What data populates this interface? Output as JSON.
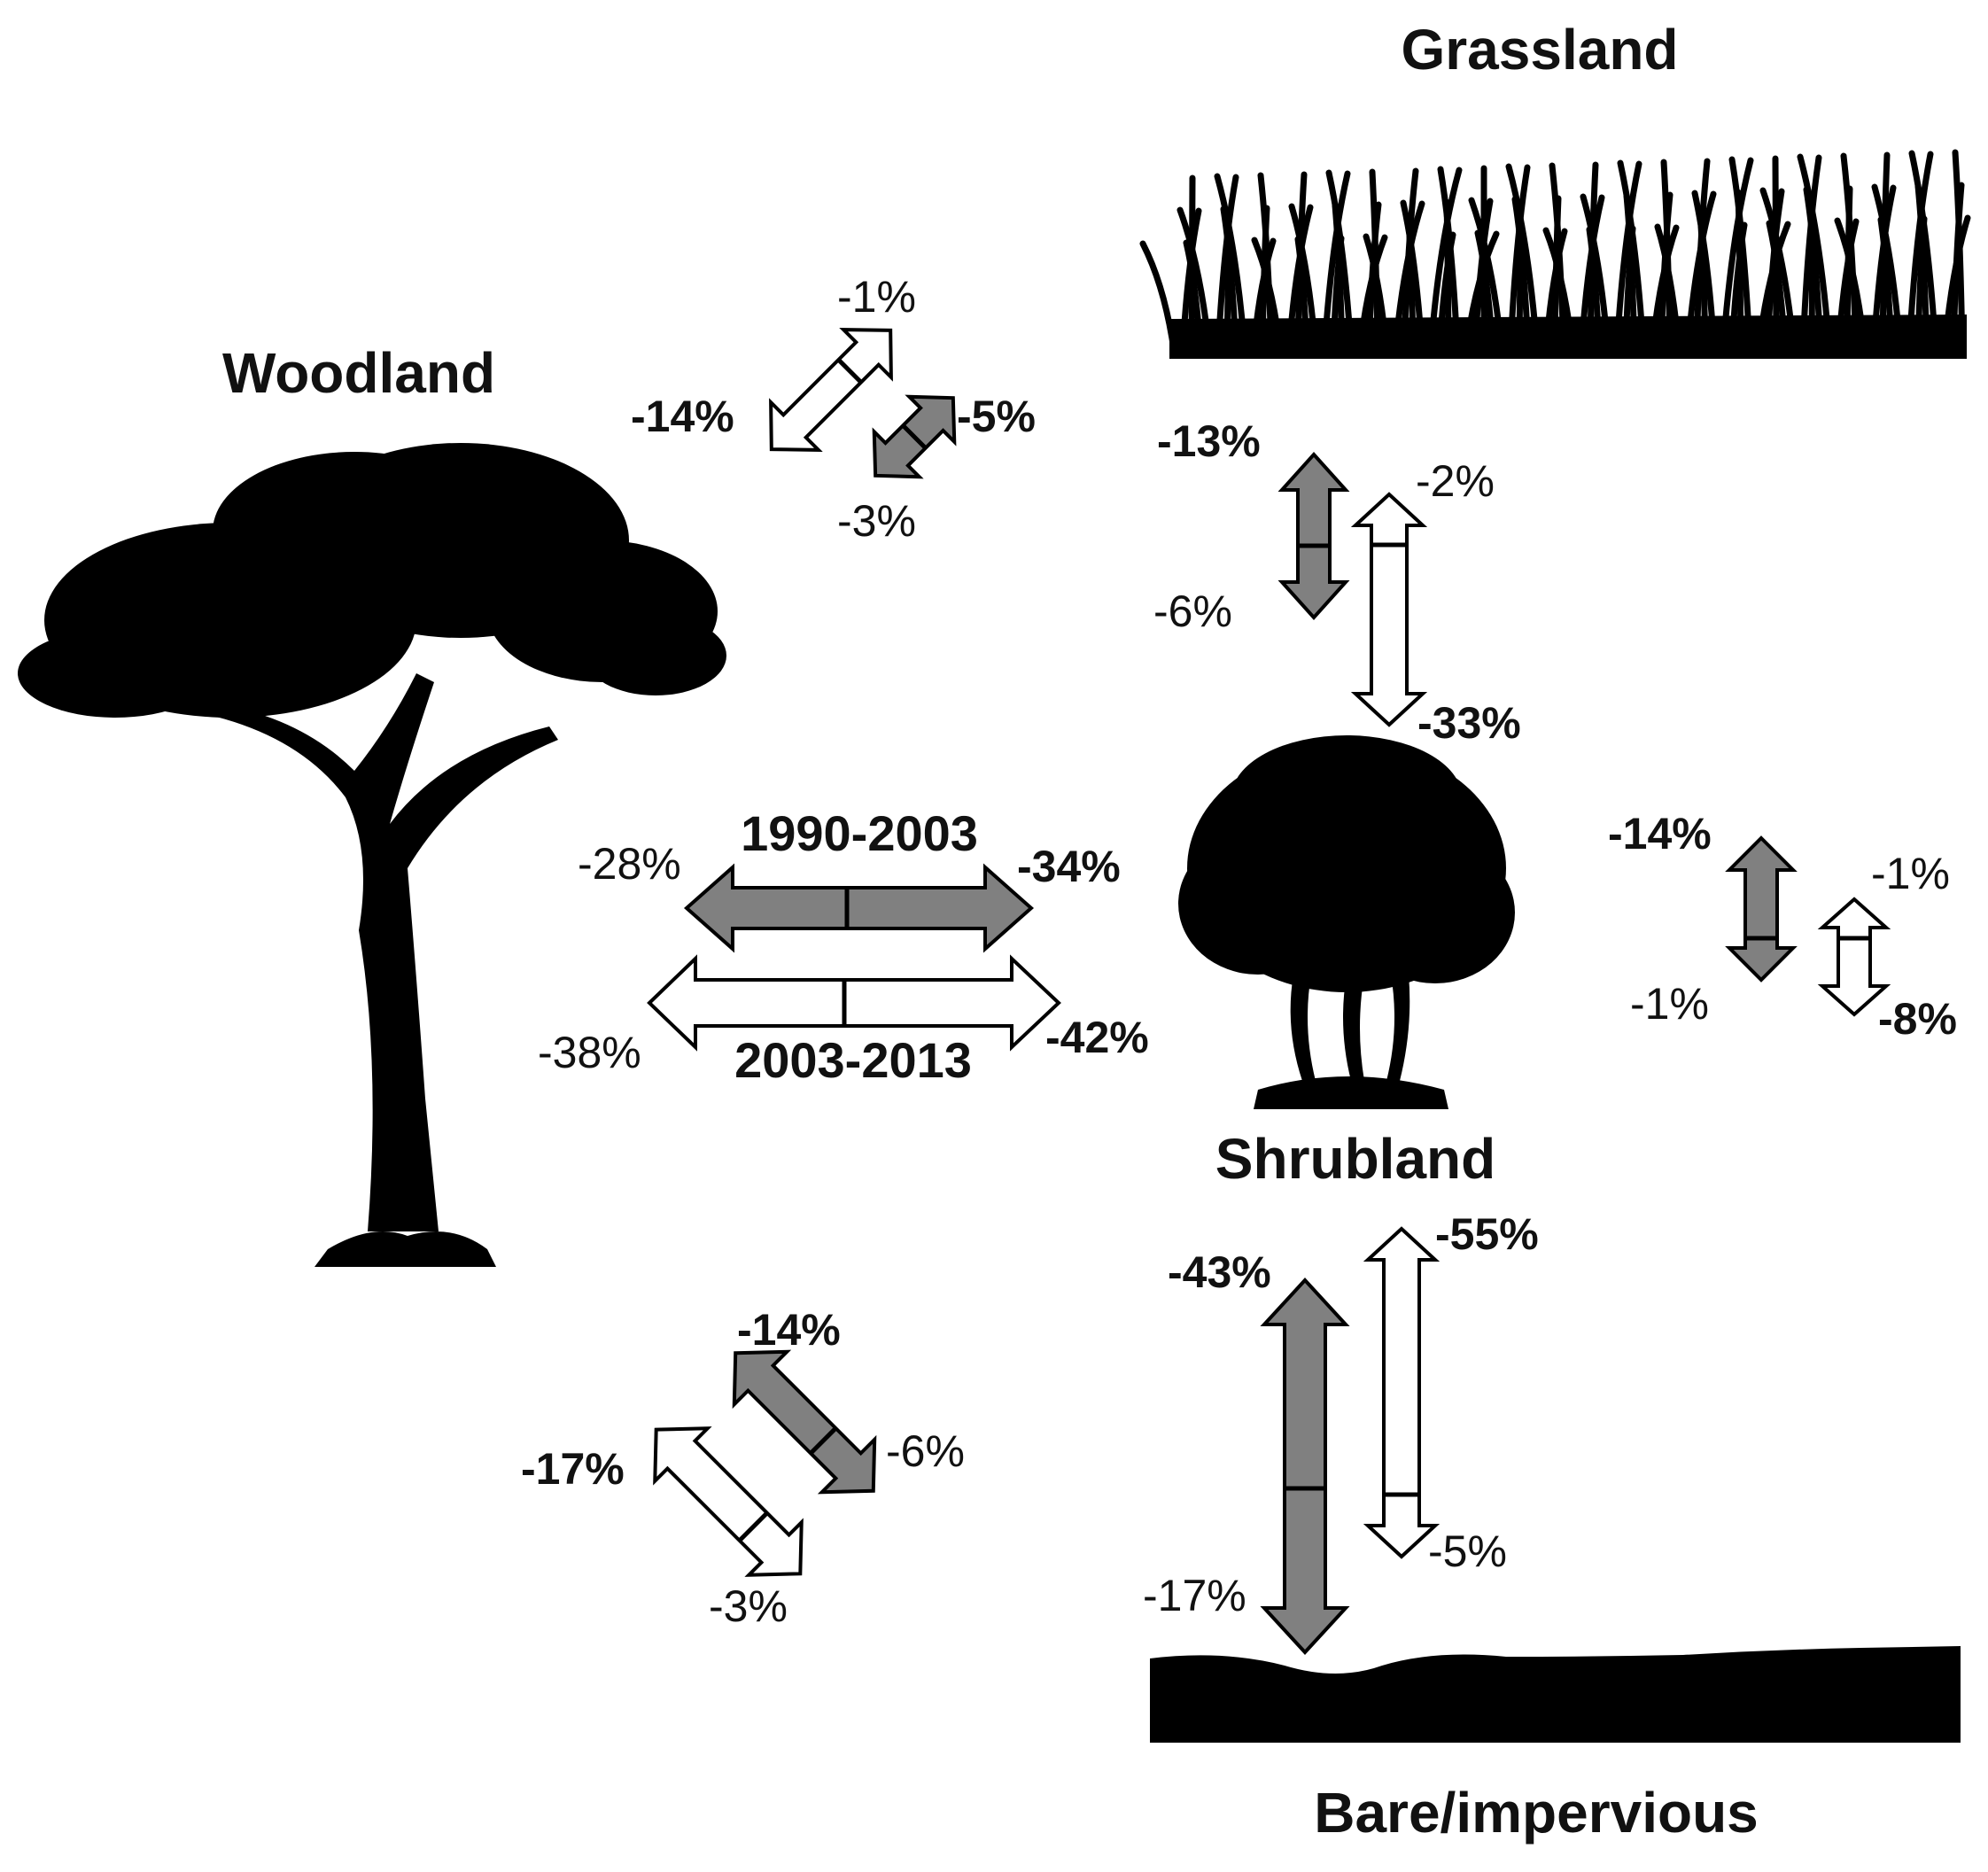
{
  "classes": {
    "grassland": "Grassland",
    "woodland": "Woodland",
    "shrubland": "Shrubland",
    "bare": "Bare/impervious"
  },
  "periods": {
    "p1": "1990-2003",
    "p2": "2003-2013"
  },
  "legend_fill": {
    "p1": "#808080",
    "p2": "#ffffff"
  },
  "transitions": {
    "woodland_grassland": {
      "p2_to_grassland": "-1%",
      "p2_to_woodland": "-14%",
      "p1_to_grassland": "-5%",
      "p1_to_woodland": "-3%"
    },
    "grassland_shrubland": {
      "p1_to_grassland": "-13%",
      "p1_to_shrubland": "-6%",
      "p2_to_grassland": "-2%",
      "p2_to_shrubland": "-33%"
    },
    "woodland_shrubland": {
      "p1_to_woodland": "-28%",
      "p1_to_shrubland": "-34%",
      "p2_to_woodland": "-38%",
      "p2_to_shrubland": "-42%"
    },
    "right_pair": {
      "p1_up": "-14%",
      "p1_down": "-1%",
      "p2_up": "-1%",
      "p2_down": "-8%"
    },
    "shrubland_bare": {
      "p1_to_shrubland": "-43%",
      "p1_to_bare": "-17%",
      "p2_to_shrubland": "-55%",
      "p2_to_bare": "-5%"
    },
    "woodland_bare": {
      "p1_to_woodland": "-14%",
      "p1_to_bare": "-6%",
      "p2_to_woodland": "-17%",
      "p2_to_bare": "-3%"
    }
  }
}
